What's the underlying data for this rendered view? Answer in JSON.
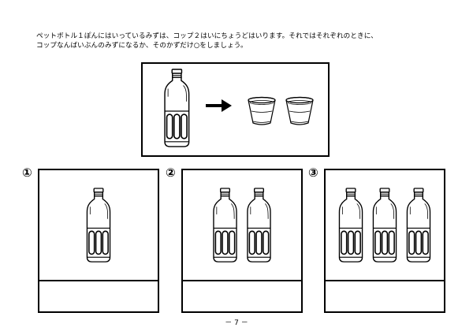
{
  "instructions": {
    "line1": "ペットボトル１ぽんにはいっているみずは、コップ２はいにちょうどはいります。それではそれぞれのときに、",
    "line2": "コップなんばいぶんのみずになるか、そのかずだけ○をしましょう。"
  },
  "example": {
    "bottle_count": 1,
    "cup_count": 2
  },
  "options": [
    {
      "label": "①",
      "bottle_count": 1
    },
    {
      "label": "②",
      "bottle_count": 2
    },
    {
      "label": "③",
      "bottle_count": 3
    }
  ],
  "footer": {
    "page_number": "－ 7 －"
  }
}
